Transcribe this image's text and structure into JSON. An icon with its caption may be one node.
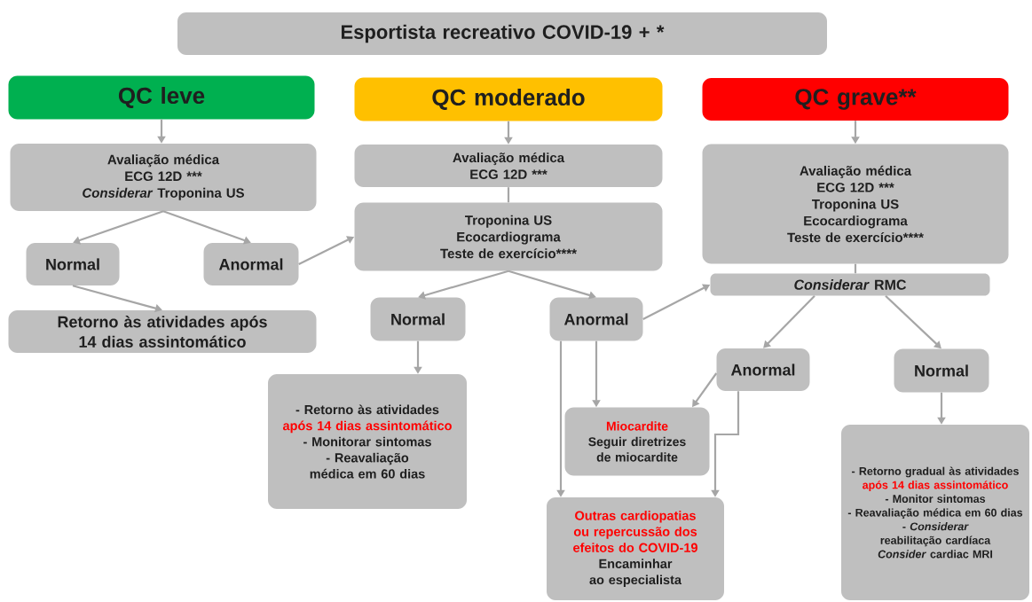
{
  "diagram": {
    "nodes": [
      {
        "text": [
          "Esportista recreativo COVID-19 + *"
        ]
      },
      {
        "text": [
          "QC leve"
        ]
      },
      {
        "text": [
          "QC moderado"
        ]
      },
      {
        "text": [
          "QC grave**"
        ]
      },
      {
        "text": [
          "Avaliação médica",
          "ECG 12D ***",
          "*Considerar* Troponina US"
        ]
      },
      {
        "text": [
          "Normal"
        ]
      },
      {
        "text": [
          "Anormal"
        ]
      },
      {
        "text": [
          "Retorno às atividades após 14 dias assintomático"
        ]
      },
      {
        "text": [
          "Avaliação médica",
          "ECG 12D ***"
        ]
      },
      {
        "text": [
          "Troponina US",
          "Ecocardiograma",
          "Teste de exercício****"
        ]
      },
      {
        "text": [
          "Normal"
        ]
      },
      {
        "text": [
          "Anormal"
        ]
      },
      {
        "text": [
          "- Retorno às atividades",
          "após 14 dias assintomático",
          "- Monitorar sintomas",
          "- Reavaliação médica em 60 dias"
        ]
      },
      {
        "text": [
          "Miocardite",
          "Seguir diretrizes de miocardite"
        ]
      },
      {
        "text": [
          "Outras cardiopatias ou repercussão dos efeitos do COVID-19",
          "Encaminhar ao especialista"
        ]
      },
      {
        "text": [
          "Avaliação médica",
          "ECG 12D ***",
          "Troponina US",
          "Ecocardiograma",
          "Teste de exercício****"
        ]
      },
      {
        "text": [
          "*Considerar* RMC"
        ]
      },
      {
        "text": [
          "Anormal"
        ]
      },
      {
        "text": [
          "Normal"
        ]
      },
      {
        "text": [
          "- Retorno gradual às atividades",
          "após 14 dias assintomático",
          "- Monitor sintomas",
          "- Reavaliação médica em 60 dias",
          "- *Considerar* reabilitação cardíaca",
          "*Consider* cardiac MRI"
        ]
      }
    ],
    "edges": [
      {
        "from": 1,
        "to": 4,
        "arrow": "to"
      },
      {
        "from": 4,
        "to": 5,
        "arrow": "to"
      },
      {
        "from": 4,
        "to": 6,
        "arrow": "to"
      },
      {
        "from": 5,
        "to": 7,
        "arrow": "to"
      },
      {
        "from": 6,
        "to": 9,
        "arrow": "to"
      },
      {
        "from": 2,
        "to": 8,
        "arrow": "to"
      },
      {
        "from": 8,
        "to": 9,
        "arrow": "none"
      },
      {
        "from": 9,
        "to": 10,
        "arrow": "to"
      },
      {
        "from": 9,
        "to": 11,
        "arrow": "to"
      },
      {
        "from": 10,
        "to": 12,
        "arrow": "to"
      },
      {
        "from": 11,
        "to": 16,
        "arrow": "to"
      },
      {
        "from": 11,
        "to": 13,
        "arrow": "to"
      },
      {
        "from": 11,
        "to": 14,
        "arrow": "to"
      },
      {
        "from": 3,
        "to": 15,
        "arrow": "to"
      },
      {
        "from": 15,
        "to": 16,
        "arrow": "none"
      },
      {
        "from": 16,
        "to": 17,
        "arrow": "to"
      },
      {
        "from": 16,
        "to": 18,
        "arrow": "to"
      },
      {
        "from": 17,
        "to": 13,
        "arrow": "to"
      },
      {
        "from": 17,
        "to": 14,
        "arrow": "to"
      },
      {
        "from": 18,
        "to": 19,
        "arrow": "to"
      }
    ]
  }
}
